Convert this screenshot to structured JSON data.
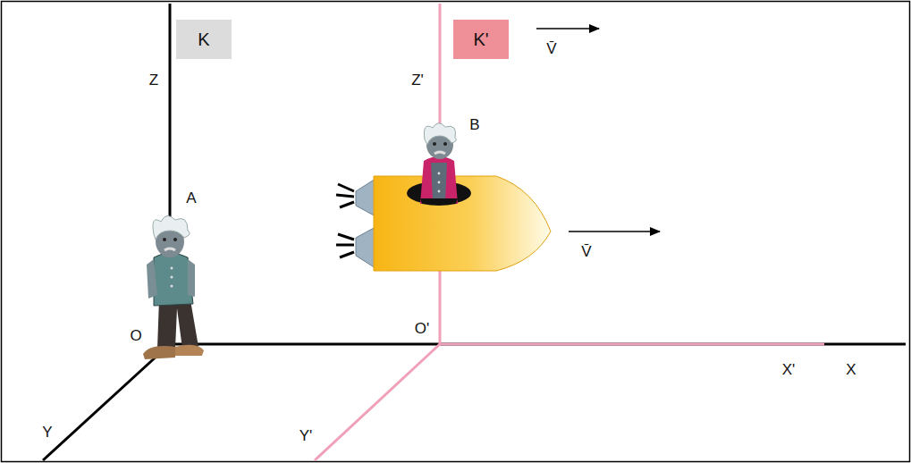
{
  "diagram": {
    "nodes": [
      {
        "text": [
          "K"
        ]
      },
      {
        "text": [
          "K'"
        ]
      }
    ],
    "labels": [
      "Z",
      "A",
      "O",
      "Y",
      "Z'",
      "B",
      "V̄",
      "V̄",
      "O'",
      "Y'",
      "X'",
      "X"
    ]
  }
}
